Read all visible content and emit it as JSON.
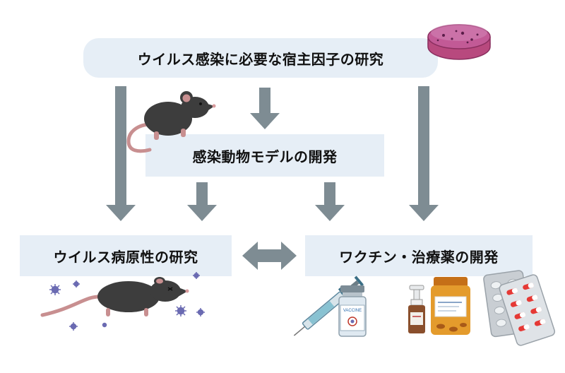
{
  "title_box": {
    "label": "ウイルス感染に必要な宿主因子の研究"
  },
  "model_box": {
    "label": "感染動物モデルの開発"
  },
  "pathogenicity_box": {
    "label": "ウイルス病原性の研究"
  },
  "vaccine_box": {
    "label": "ワクチン・治療薬の開発"
  },
  "vaccine_vial": {
    "label": "VACCINE"
  },
  "colors": {
    "box_fill": "#e6eef6",
    "arrow": "#7e8c93",
    "mouse": "#3d3d3d",
    "virus": "#6b6bb2",
    "petri_dish": "#a23a82"
  }
}
